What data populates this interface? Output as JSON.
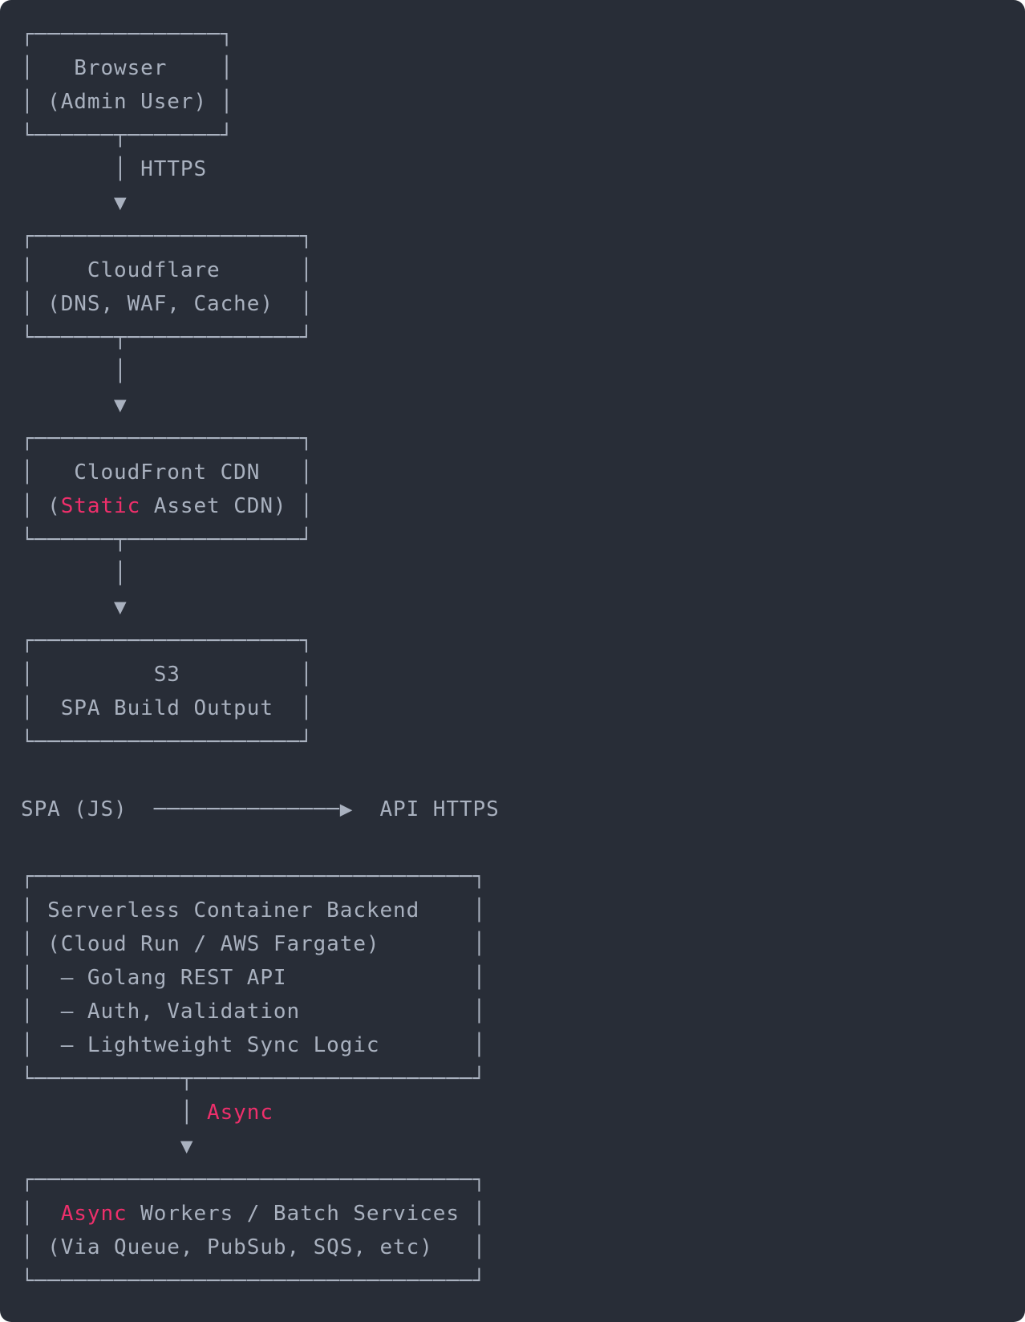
{
  "meta": {
    "colors": {
      "page_bg": "#ffffff",
      "card_bg": "#282d37",
      "fg": "#a9b1bf",
      "accent": "#ee2f6b"
    }
  },
  "semantics": {
    "nodes": [
      {
        "title": "Browser",
        "subtitle": "(Admin User)"
      },
      {
        "title": "Cloudflare",
        "subtitle": "(DNS, WAF, Cache)"
      },
      {
        "title": "CloudFront CDN",
        "subtitle": "(Static Asset CDN)",
        "accent_word": "Static"
      },
      {
        "title": "S3",
        "subtitle": "SPA Build Output"
      },
      {
        "title": "Serverless Container Backend",
        "subtitle": "(Cloud Run / AWS Fargate)",
        "items": [
          "Golang REST API",
          "Auth, Validation",
          "Lightweight Sync Logic"
        ]
      },
      {
        "title": "Async Workers / Batch Services",
        "subtitle": "(Via Queue, PubSub, SQS, etc)",
        "accent_word": "Async"
      }
    ],
    "edges": [
      {
        "from": "Browser (Admin User)",
        "to": "Cloudflare (DNS, WAF, Cache)",
        "label": "HTTPS"
      },
      {
        "from": "Cloudflare (DNS, WAF, Cache)",
        "to": "CloudFront CDN (Static Asset CDN)",
        "label": ""
      },
      {
        "from": "CloudFront CDN (Static Asset CDN)",
        "to": "S3 SPA Build Output",
        "label": ""
      },
      {
        "from": "SPA (JS)",
        "to": "API HTTPS",
        "label": ""
      },
      {
        "from": "Serverless Container Backend",
        "to": "Async Workers / Batch Services",
        "label": "Async"
      }
    ]
  },
  "diagram": {
    "lines": [
      [
        {
          "t": "┌──────────────┐"
        }
      ],
      [
        {
          "t": "│   Browser    │"
        }
      ],
      [
        {
          "t": "│ (Admin User) │"
        }
      ],
      [
        {
          "t": "└──────┬───────┘"
        }
      ],
      [
        {
          "t": "       │ HTTPS"
        }
      ],
      [
        {
          "t": "       ▼"
        }
      ],
      [
        {
          "t": "┌────────────────────┐"
        }
      ],
      [
        {
          "t": "│    Cloudflare      │"
        }
      ],
      [
        {
          "t": "│ (DNS, WAF, Cache)  │"
        }
      ],
      [
        {
          "t": "└──────┬─────────────┘"
        }
      ],
      [
        {
          "t": "       │"
        }
      ],
      [
        {
          "t": "       ▼"
        }
      ],
      [
        {
          "t": "┌────────────────────┐"
        }
      ],
      [
        {
          "t": "│   CloudFront CDN   │"
        }
      ],
      [
        {
          "t": "│ ("
        },
        {
          "t": "Static",
          "hl": true
        },
        {
          "t": " Asset CDN) │"
        }
      ],
      [
        {
          "t": "└──────┬─────────────┘"
        }
      ],
      [
        {
          "t": "       │"
        }
      ],
      [
        {
          "t": "       ▼"
        }
      ],
      [
        {
          "t": "┌────────────────────┐"
        }
      ],
      [
        {
          "t": "│         S3         │"
        }
      ],
      [
        {
          "t": "│  SPA Build Output  │"
        }
      ],
      [
        {
          "t": "└────────────────────┘"
        }
      ],
      [
        {
          "t": ""
        }
      ],
      [
        {
          "t": "SPA (JS)  ──────────────▶  API HTTPS"
        }
      ],
      [
        {
          "t": ""
        }
      ],
      [
        {
          "t": "┌─────────────────────────────────┐"
        }
      ],
      [
        {
          "t": "│ Serverless Container Backend    │"
        }
      ],
      [
        {
          "t": "│ (Cloud Run / AWS Fargate)       │"
        }
      ],
      [
        {
          "t": "│  — Golang REST API              │"
        }
      ],
      [
        {
          "t": "│  — Auth, Validation             │"
        }
      ],
      [
        {
          "t": "│  — Lightweight Sync Logic       │"
        }
      ],
      [
        {
          "t": "└───────────┬─────────────────────┘"
        }
      ],
      [
        {
          "t": "            │ "
        },
        {
          "t": "Async",
          "hl": true
        }
      ],
      [
        {
          "t": "            ▼"
        }
      ],
      [
        {
          "t": "┌─────────────────────────────────┐"
        }
      ],
      [
        {
          "t": "│  "
        },
        {
          "t": "Async",
          "hl": true
        },
        {
          "t": " Workers / Batch Services │"
        }
      ],
      [
        {
          "t": "│ (Via Queue, PubSub, SQS, etc)   │"
        }
      ],
      [
        {
          "t": "└─────────────────────────────────┘"
        }
      ]
    ]
  }
}
